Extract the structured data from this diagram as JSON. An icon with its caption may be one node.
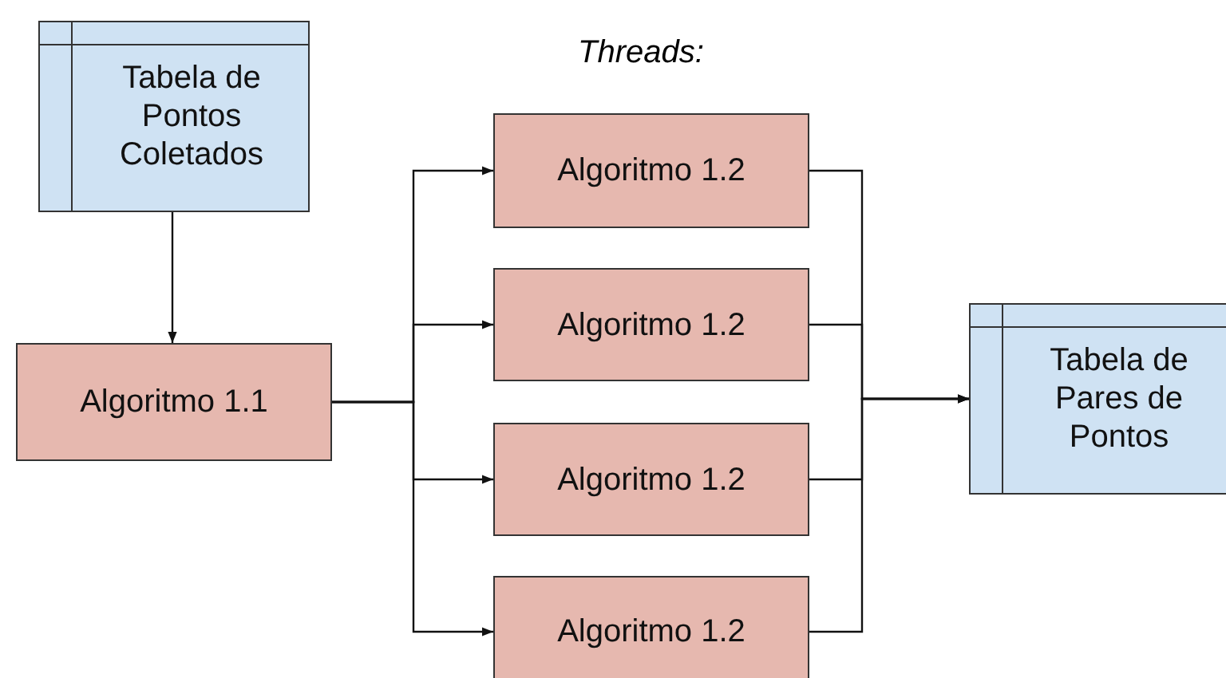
{
  "diagram": {
    "nodes": [
      {
        "text": [
          "Tabela de Pontos Coletados"
        ]
      },
      {
        "text": [
          "Algoritmo 1.1"
        ]
      },
      {
        "text": [
          "Algoritmo 1.2"
        ]
      },
      {
        "text": [
          "Algoritmo 1.2"
        ]
      },
      {
        "text": [
          "Algoritmo 1.2"
        ]
      },
      {
        "text": [
          "Algoritmo 1.2"
        ]
      },
      {
        "text": [
          "Tabela de Pares de Pontos"
        ]
      }
    ],
    "edges": [
      {
        "from": 0,
        "to": 1,
        "arrow": "to"
      },
      {
        "from": 1,
        "to": 2,
        "arrow": "to"
      },
      {
        "from": 1,
        "to": 3,
        "arrow": "to"
      },
      {
        "from": 1,
        "to": 4,
        "arrow": "to"
      },
      {
        "from": 1,
        "to": 5,
        "arrow": "to"
      },
      {
        "from": 2,
        "to": 6,
        "arrow": "to"
      },
      {
        "from": 3,
        "to": 6,
        "arrow": "to"
      },
      {
        "from": 4,
        "to": 6,
        "arrow": "to"
      },
      {
        "from": 5,
        "to": 6,
        "arrow": "to"
      }
    ],
    "labels": [
      "Threads:"
    ]
  }
}
